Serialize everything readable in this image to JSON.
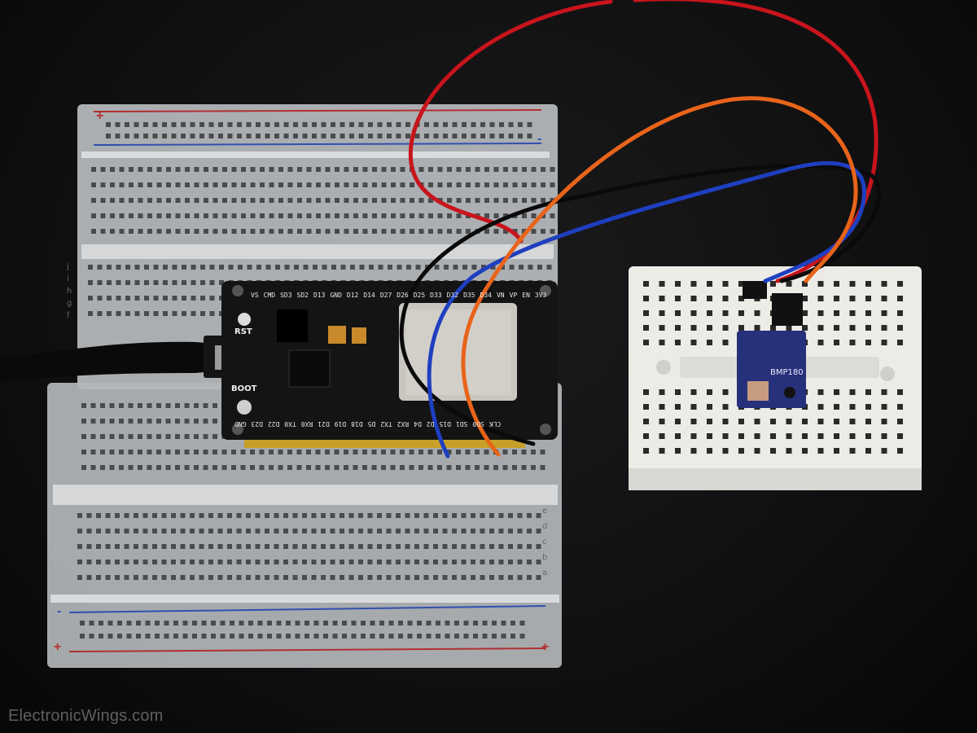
{
  "watermark": "ElectronicWings.com",
  "esp32": {
    "top_pins": [
      "VS",
      "CMD",
      "SD3",
      "SD2",
      "D13",
      "GND",
      "D12",
      "D14",
      "D27",
      "D26",
      "D25",
      "D33",
      "D32",
      "D35",
      "D34",
      "VN",
      "VP",
      "EN",
      "3V3"
    ],
    "bottom_pins": [
      "CLK",
      "SD0",
      "SD1",
      "D15",
      "D2",
      "D4",
      "RX2",
      "TX2",
      "D5",
      "D18",
      "D19",
      "D21",
      "RX0",
      "TX0",
      "D22",
      "D23",
      "GND"
    ],
    "rst_label": "RST",
    "boot_label": "BOOT"
  },
  "sensor": {
    "label": "BMP180"
  },
  "breadboard": {
    "rows_upper": [
      "j",
      "i",
      "h",
      "g",
      "f"
    ],
    "rows_lower": [
      "e",
      "d",
      "c",
      "b",
      "a"
    ],
    "plus": "+",
    "minus": "-"
  },
  "colors": {
    "red_wire": "#c8141c",
    "orange_wire": "#e8641a",
    "blue_wire": "#1f3fc0",
    "black_wire": "#0a0a0a",
    "pcb": "#141414",
    "sensor_pcb": "#27307a"
  }
}
